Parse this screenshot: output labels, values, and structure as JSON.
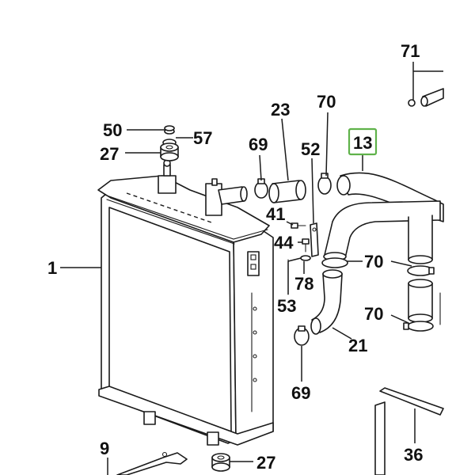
{
  "diagram": {
    "highlight_color": "#5fb24a",
    "line_color": "#1a1a1a",
    "highlighted_part": "13"
  },
  "callouts": {
    "c71": "71",
    "c23": "23",
    "c70a": "70",
    "c50": "50",
    "c57": "57",
    "c69a": "69",
    "c52": "52",
    "c13": "13",
    "c27a": "27",
    "c41": "41",
    "c1": "1",
    "c44": "44",
    "c70b": "70",
    "c78": "78",
    "c53": "53",
    "c70c": "70",
    "c21": "21",
    "c69b": "69",
    "c36": "36",
    "c9": "9",
    "c27b": "27"
  }
}
